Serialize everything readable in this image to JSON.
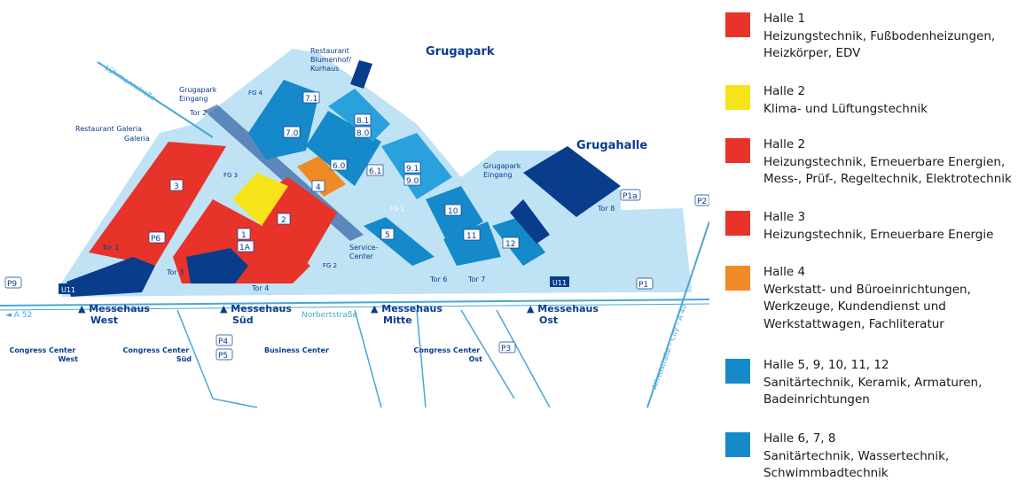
{
  "colors": {
    "halle_red": "#e8332a",
    "halle_yellow": "#f7e31a",
    "halle_orange": "#f08a24",
    "halle_blue": "#1589c9",
    "halle_blue_mid": "#2aa1dc",
    "halle_dark": "#0a3c8c",
    "grounds": "#bfe3f4",
    "road": "#4aa6d8"
  },
  "legend": [
    {
      "color": "#e8332a",
      "title": "Halle 1",
      "lines": [
        "Heizungstechnik, Fußbodenheizungen,",
        "Heizkörper, EDV"
      ]
    },
    {
      "color": "#f7e31a",
      "title": "Halle 2",
      "lines": [
        "Klima- und Lüftungstechnik"
      ]
    },
    {
      "color": "#e8332a",
      "title": "Halle 2",
      "lines": [
        "Heizungstechnik, Erneuerbare Energien,",
        "Mess-, Prüf-, Regeltechnik, Elektrotechnik"
      ]
    },
    {
      "color": "#e8332a",
      "title": "Halle 3",
      "lines": [
        "Heizungstechnik, Erneuerbare Energie"
      ]
    },
    {
      "color": "#f08a24",
      "title": "Halle 4",
      "lines": [
        "Werkstatt- und Büroeinrichtungen,",
        "Werkzeuge, Kundendienst und",
        "Werkstattwagen, Fachliteratur"
      ]
    },
    {
      "color": "#1589c9",
      "title": "Halle 5, 9, 10, 11, 12",
      "lines": [
        "Sanitärtechnik, Keramik, Armaturen,",
        "Badeinrichtungen"
      ]
    },
    {
      "color": "#1589c9",
      "title": "Halle 6, 7, 8",
      "lines": [
        "Sanitärtechnik, Wassertechnik,",
        "Schwimmbadtechnik"
      ]
    }
  ],
  "map": {
    "grugapark": "Grugapark",
    "grugahalle": "Grugahalle",
    "restaurant_blumenhof": [
      "Restaurant",
      "Blumenhof/",
      "Kurhaus"
    ],
    "grugapark_eingang_west": [
      "Grugapark",
      "Eingang"
    ],
    "grugapark_eingang_ost": [
      "Grugapark",
      "Eingang"
    ],
    "restaurant_galeria": "Restaurant Galeria",
    "galeria": "Galeria",
    "luehrmannstrasse": "Lührmannstraße",
    "norbertstrasse": "Norbertstraße",
    "alfredstrasse": "Alfredstraße – City – A 40",
    "a52": "◄ A 52",
    "service_center": [
      "Service-",
      "Center"
    ],
    "tore": {
      "tor1": "Tor 1",
      "tor2": "Tor 2",
      "tor3": "Tor 3",
      "tor4": "Tor 4",
      "tor6": "Tor 6",
      "tor7": "Tor 7",
      "tor8": "Tor 8"
    },
    "fg": {
      "fg1": "FG 1",
      "fg2": "FG 2",
      "fg3": "FG 3",
      "fg4": "FG 4"
    },
    "hall_numbers": {
      "h1": "1",
      "h1a": "1A",
      "h2": "2",
      "h3": "3",
      "h4": "4",
      "h5": "5",
      "h6": "6.0",
      "h61": "6.1",
      "h7": "7.0",
      "h71": "7.1",
      "h8": "8.0",
      "h81": "8.1",
      "h9": "9.0",
      "h91": "9.1",
      "h10": "10",
      "h11": "11",
      "h12": "12"
    },
    "parking": {
      "p9": "P9",
      "p6": "P6",
      "p4": "P4",
      "p5": "P5",
      "p3": "P3",
      "p1": "P1",
      "p1a": "P1a",
      "p2": "P2"
    },
    "u11": "U11",
    "messehaus_west": [
      "▲ Messehaus",
      "West"
    ],
    "messehaus_sued": [
      "▲ Messehaus",
      "Süd"
    ],
    "messehaus_mitte": [
      "▲ Messehaus",
      "Mitte"
    ],
    "messehaus_ost": [
      "▲ Messehaus",
      "Ost"
    ],
    "congress_west": [
      "Congress Center",
      "West"
    ],
    "congress_sued": [
      "Congress Center",
      "Süd"
    ],
    "business_center": "Business Center",
    "congress_ost": [
      "Congress Center",
      "Ost"
    ]
  }
}
